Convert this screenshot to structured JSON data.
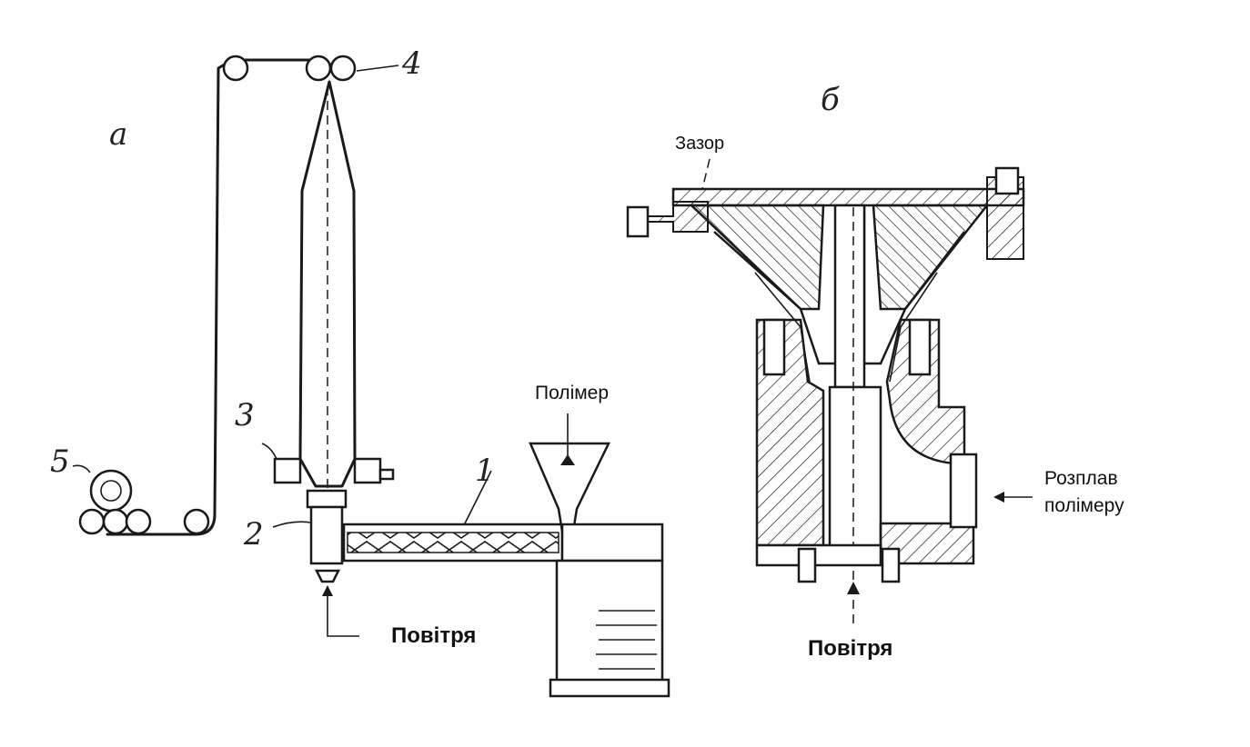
{
  "diagram_a": {
    "letter": "а",
    "markers": {
      "m1": "1",
      "m2": "2",
      "m3": "3",
      "m4": "4",
      "m5": "5"
    },
    "polymer_label": "Полімер",
    "air_label": "Повітря"
  },
  "diagram_b": {
    "letter": "б",
    "gap_label": "Зазор",
    "melt_label_line1": "Розплав",
    "melt_label_line2": "полімеру",
    "air_label": "Повітря"
  }
}
